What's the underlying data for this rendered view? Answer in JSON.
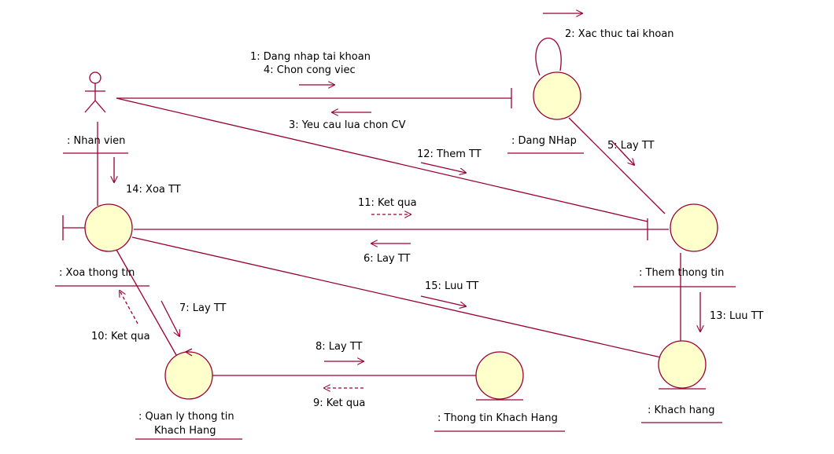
{
  "colors": {
    "line": "#990033",
    "fill": "#ffffcc",
    "text": "#000000"
  },
  "objects": {
    "actor": ": Nhan vien",
    "dang_nhap": ": Dang NHap",
    "xoa_thong_tin": ": Xoa thong tin",
    "them_thong_tin": ": Them thong tin",
    "quan_ly_1": ": Quan ly thong tin",
    "quan_ly_2": "Khach Hang",
    "thong_tin_kh": ": Thong tin Khach Hang",
    "khach_hang": ": Khach hang"
  },
  "messages": {
    "m1": "1: Dang nhap tai khoan",
    "m2": "2: Xac thuc tai khoan",
    "m3": "3: Yeu cau lua chon CV",
    "m4": "4: Chon cong viec",
    "m5": "5: Lay TT",
    "m6": "6: Lay TT",
    "m7": "7: Lay TT",
    "m8": "8: Lay TT",
    "m9": "9: Ket qua",
    "m10": "10: Ket qua",
    "m11": "11: Ket qua",
    "m12": "12: Them TT",
    "m13": "13: Luu TT",
    "m14": "14: Xoa TT",
    "m15": "15: Luu TT"
  }
}
